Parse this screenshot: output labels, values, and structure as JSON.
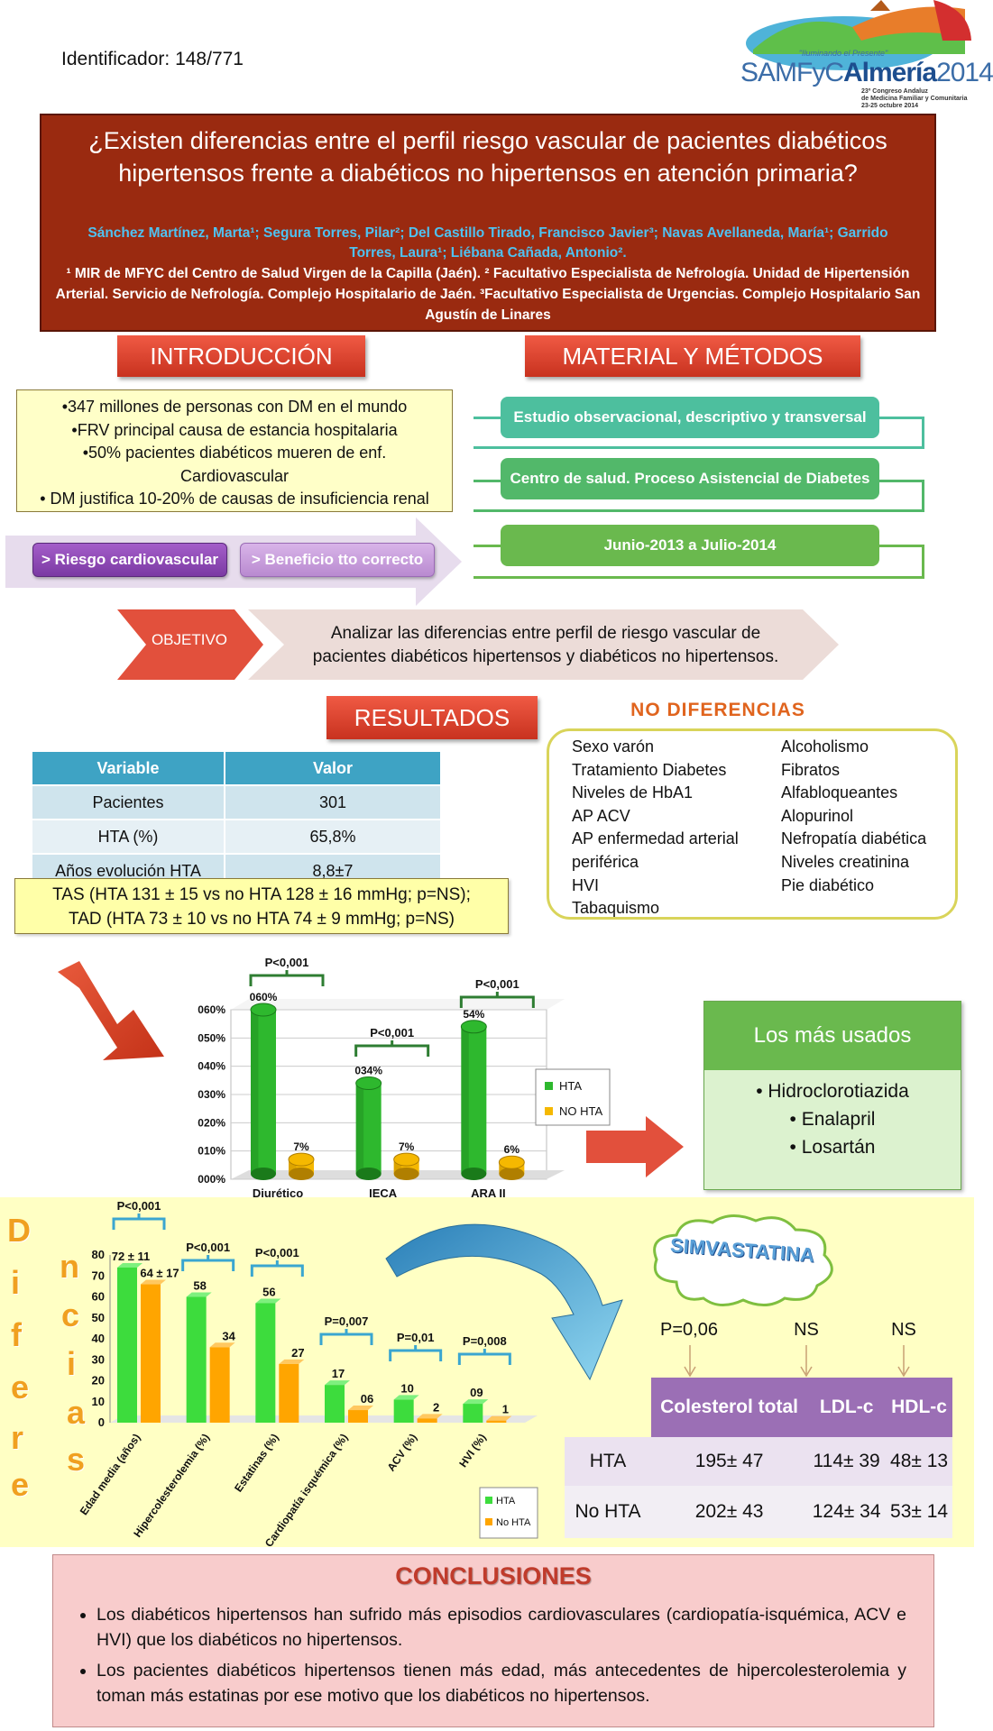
{
  "header": {
    "identifier": "Identificador: 148/771",
    "title_line1": "¿Existen diferencias entre el perfil riesgo vascular de pacientes diabéticos",
    "title_line2": "hipertensos frente a diabéticos no hipertensos en atención primaria?",
    "authors_line1": "Sánchez Martínez, Marta¹; Segura Torres, Pilar²; Del Castillo Tirado, Francisco Javier³; Navas Avellaneda, María¹; Garrido",
    "authors_line2": "Torres, Laura¹; Liébana Cañada, Antonio².",
    "affiliations": "¹ MIR de MFYC del Centro de Salud Virgen de la Capilla (Jaén). ² Facultativo Especialista de Nefrología. Unidad de Hipertensión Arterial. Servicio de Nefrología. Complejo Hospitalario de Jaén. ³Facultativo Especialista de Urgencias. Complejo Hospitalario San Agustín de Linares"
  },
  "logo": {
    "tagline": "\"Iluminando el Presente\"",
    "brand_a": "SAMFyC",
    "brand_b": "Almería",
    "brand_year": "2014",
    "sub1": "23º Congreso Andaluz",
    "sub2": "de Medicina Familiar y Comunitaria",
    "sub3": "23-25 octubre 2014"
  },
  "intro": {
    "heading": "INTRODUCCIÓN",
    "b1": "•347 millones de personas con DM en el mundo",
    "b2": "•FRV principal causa de estancia hospitalaria",
    "b3": "•50% pacientes diabéticos mueren de enf.",
    "b3b": "Cardiovascular",
    "b4": "• DM justifica 10-20% de causas de insuficiencia renal",
    "arrow_btn1": "> Riesgo cardiovascular",
    "arrow_btn2": "> Beneficio tto correcto"
  },
  "methods": {
    "heading": "MATERIAL Y MÉTODOS",
    "m1": "Estudio observacional,  descriptivo y transversal",
    "m2": "Centro de salud. Proceso Asistencial de Diabetes",
    "m3": "Junio-2013 a Julio-2014",
    "colors": {
      "m1": "#4dbf9e",
      "m2": "#52b86a",
      "m3": "#6ab94e"
    }
  },
  "objective": {
    "label": "OBJETIVO",
    "text1": "Analizar las diferencias entre perfil de riesgo vascular de",
    "text2": "pacientes diabéticos hipertensos y diabéticos no hipertensos."
  },
  "results": {
    "heading": "RESULTADOS",
    "table_headers": [
      "Variable",
      "Valor"
    ],
    "table_rows": [
      [
        "Pacientes",
        "301"
      ],
      [
        "HTA (%)",
        "65,8%"
      ],
      [
        "Años evolución HTA",
        "8,8±7"
      ]
    ],
    "tas": "TAS  (HTA   131 ± 15 vs no HTA  128 ± 16 mmHg;  p=NS);",
    "tad": "TAD  (HTA   73 ± 10 vs no HTA  74 ± 9 mmHg;  p=NS)"
  },
  "no_diff": {
    "heading": "NO DIFERENCIAS",
    "left": [
      "Sexo varón",
      "Tratamiento Diabetes",
      "Niveles de HbA1",
      "AP ACV",
      "AP enfermedad  arterial",
      "periférica",
      "HVI",
      "Tabaquismo"
    ],
    "right": [
      "Alcoholismo",
      "Fibratos",
      "Alfabloqueantes",
      "Alopurinol",
      "Nefropatía diabética",
      "Niveles creatinina",
      "Pie diabético"
    ]
  },
  "most_used": {
    "heading": "Los más usados",
    "items": [
      "• Hidroclorotiazida",
      "• Enalapril",
      "• Losartán"
    ]
  },
  "differences_letters": [
    "D",
    "i",
    "f",
    "e",
    "r",
    "e",
    "n",
    "c",
    "i",
    "a",
    "s"
  ],
  "simva": {
    "label": "SIMVASTATINA"
  },
  "chol_table": {
    "pvals": [
      "P=0,06",
      "NS",
      "NS"
    ],
    "headers": [
      "Colesterol total",
      "LDL-c",
      "HDL-c"
    ],
    "rows": [
      [
        "HTA",
        "195± 47",
        "114± 39",
        "48± 13"
      ],
      [
        "No HTA",
        "202± 43",
        "124± 34",
        "53± 14"
      ]
    ]
  },
  "conclusions": {
    "heading": "CONCLUSIONES",
    "c1": "Los diabéticos hipertensos han sufrido más episodios cardiovasculares (cardiopatía-isquémica, ACV e HVI) que los diabéticos no hipertensos.",
    "c2": "Los pacientes diabéticos hipertensos tienen más edad, más antecedentes de hipercolesterolemia y toman más estatinas por ese motivo que los diabéticos no hipertensos."
  },
  "chart_data": [
    {
      "type": "bar",
      "categories": [
        "Diurético",
        "IECA",
        "ARA II"
      ],
      "series": [
        {
          "name": "HTA",
          "values": [
            60,
            34,
            54
          ],
          "labels": [
            "060%",
            "034%",
            "54%"
          ],
          "color": "#2eb82e"
        },
        {
          "name": "NO HTA",
          "values": [
            7,
            7,
            6
          ],
          "labels": [
            "7%",
            "7%",
            "6%"
          ],
          "color": "#f5b800"
        }
      ],
      "ytick_labels": [
        "000%",
        "010%",
        "020%",
        "030%",
        "040%",
        "050%",
        "060%"
      ],
      "ylim": [
        0,
        60
      ],
      "pvalues": [
        "P<0,001",
        "P<0,001",
        "P<0,001"
      ],
      "legend": "right"
    },
    {
      "type": "bar",
      "categories": [
        "Edad media (años)",
        "Hipercolesterolemia (%)",
        "Estatinas (%)",
        "Cardiopatía isquémica (%)",
        "ACV (%)",
        "HVI (%)"
      ],
      "series": [
        {
          "name": "HTA",
          "values": [
            74,
            60,
            57,
            18,
            11,
            9
          ],
          "labels": [
            "72 ± 11",
            "58",
            "56",
            "17",
            "10",
            "09"
          ],
          "color": "#3ddc3d"
        },
        {
          "name": "No HTA",
          "values": [
            66,
            36,
            28,
            6,
            2,
            1
          ],
          "labels": [
            "64 ± 17",
            "34",
            "27",
            "06",
            "2",
            "1"
          ],
          "color": "#ffa500"
        }
      ],
      "ytick_labels": [
        "0",
        "10",
        "20",
        "30",
        "40",
        "50",
        "60",
        "70",
        "80"
      ],
      "ylim": [
        0,
        80
      ],
      "pvalues": [
        "P<0,001",
        "P<0,001",
        "P<0,001",
        "P=0,007",
        "P=0,01",
        "P=0,008"
      ],
      "legend": "bottom-right"
    }
  ]
}
